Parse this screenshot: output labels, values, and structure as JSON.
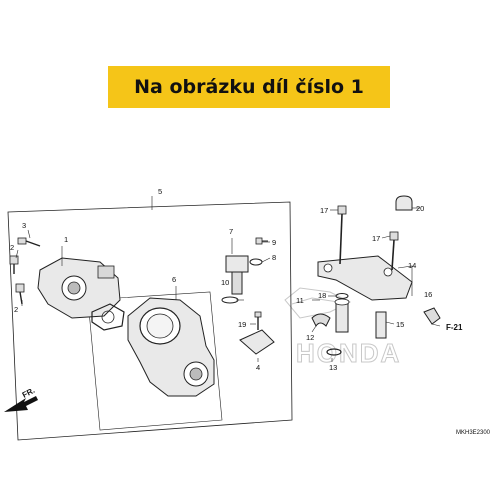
{
  "banner": {
    "text": "Na obrázku díl číslo 1"
  },
  "diagram": {
    "callouts": [
      {
        "id": "5",
        "text": "5"
      },
      {
        "id": "1",
        "text": "1"
      },
      {
        "id": "3",
        "text": "3"
      },
      {
        "id": "2a",
        "text": "2"
      },
      {
        "id": "2b",
        "text": "2"
      },
      {
        "id": "6",
        "text": "6"
      },
      {
        "id": "7",
        "text": "7"
      },
      {
        "id": "9",
        "text": "9"
      },
      {
        "id": "8",
        "text": "8"
      },
      {
        "id": "10",
        "text": "10"
      },
      {
        "id": "19",
        "text": "19"
      },
      {
        "id": "4",
        "text": "4"
      },
      {
        "id": "17a",
        "text": "17"
      },
      {
        "id": "17b",
        "text": "17"
      },
      {
        "id": "20",
        "text": "20"
      },
      {
        "id": "14",
        "text": "14"
      },
      {
        "id": "16",
        "text": "16"
      },
      {
        "id": "11",
        "text": "11"
      },
      {
        "id": "18",
        "text": "18"
      },
      {
        "id": "12",
        "text": "12"
      },
      {
        "id": "15",
        "text": "15"
      },
      {
        "id": "13",
        "text": "13"
      }
    ],
    "ref_label": "F-21",
    "front_label": "FR.",
    "watermark": "HONDA",
    "diagram_code": "MKH3E2300",
    "colors": {
      "banner": "#f5c518",
      "line": "#222222",
      "part_fill": "#e9e9e9",
      "watermark": "#c8c8c8"
    }
  }
}
